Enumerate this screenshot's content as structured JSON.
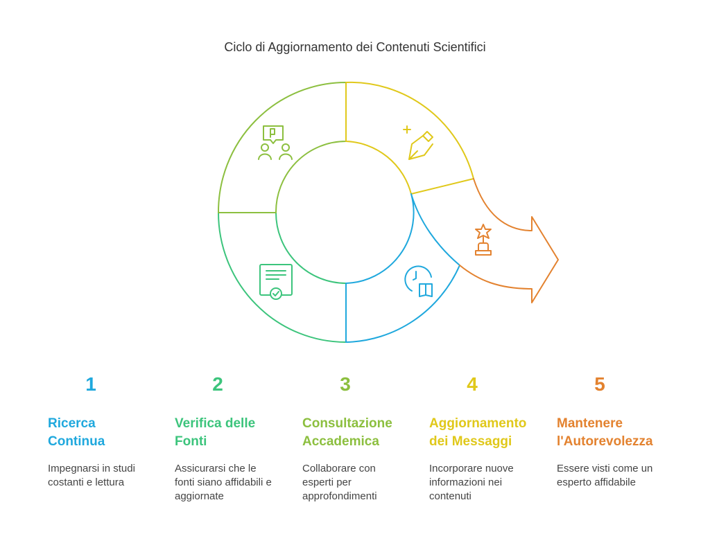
{
  "title": "Ciclo di Aggiornamento dei Contenuti Scientifici",
  "colors": {
    "blue": "#1fa8dd",
    "teal": "#3cc47c",
    "lime": "#8cbf3f",
    "yellow": "#e0c81a",
    "orange": "#e3822f"
  },
  "steps": [
    {
      "number": "1",
      "title": "Ricerca Continua",
      "description": "Impegnarsi in studi costanti e lettura",
      "color": "#1fa8dd",
      "icon": "clock-book-icon"
    },
    {
      "number": "2",
      "title": "Verifica delle Fonti",
      "description": "Assicurarsi che le fonti siano affidabili e aggiornate",
      "color": "#3cc47c",
      "icon": "certificate-check-icon"
    },
    {
      "number": "3",
      "title": "Consultazione Accademica",
      "description": "Collaborare con esperti per approfondimenti",
      "color": "#8cbf3f",
      "icon": "people-discussion-icon"
    },
    {
      "number": "4",
      "title": "Aggiornamento dei Messaggi",
      "description": "Incorporare nuove informazioni nei contenuti",
      "color": "#e0c81a",
      "icon": "pen-nib-icon"
    },
    {
      "number": "5",
      "title": "Mantenere l'Autorevolezza",
      "description": "Essere visti come un esperto affidabile",
      "color": "#e3822f",
      "icon": "trophy-star-icon"
    }
  ]
}
